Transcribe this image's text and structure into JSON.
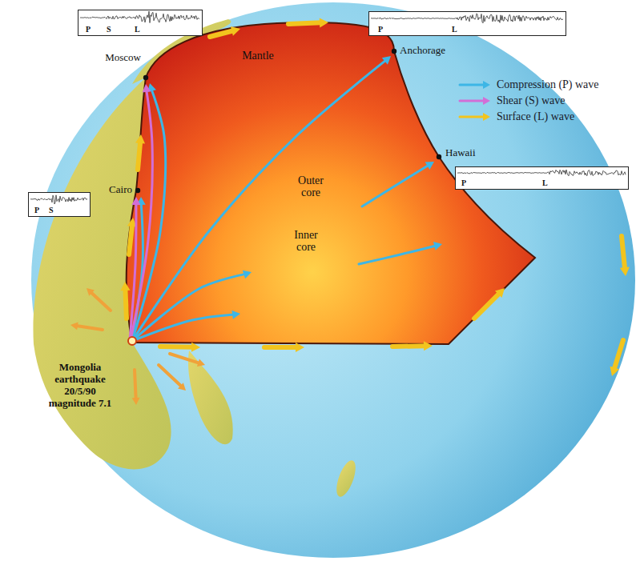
{
  "diagram": {
    "nodes": [
      {
        "text": [
          "P",
          "S",
          "L"
        ]
      },
      {
        "text": [
          "P",
          "L"
        ]
      },
      {
        "text": [
          "Mantle"
        ]
      },
      {
        "text": [
          "P",
          "L"
        ]
      },
      {
        "text": [
          "P",
          "S"
        ]
      },
      {
        "text": [
          "Outer core"
        ],
        "in": 2
      },
      {
        "text": [
          "Inner core"
        ],
        "in": 5
      }
    ],
    "labels": [
      "Moscow",
      "Anchorage",
      "Hawaii",
      "Cairo",
      "Mongolia earthquake 20/5/90 magnitude 7.1"
    ],
    "legend": [
      {
        "text": "Compression (P) wave"
      },
      {
        "text": "Shear (S) wave"
      },
      {
        "text": "Surface (L) wave"
      }
    ]
  }
}
